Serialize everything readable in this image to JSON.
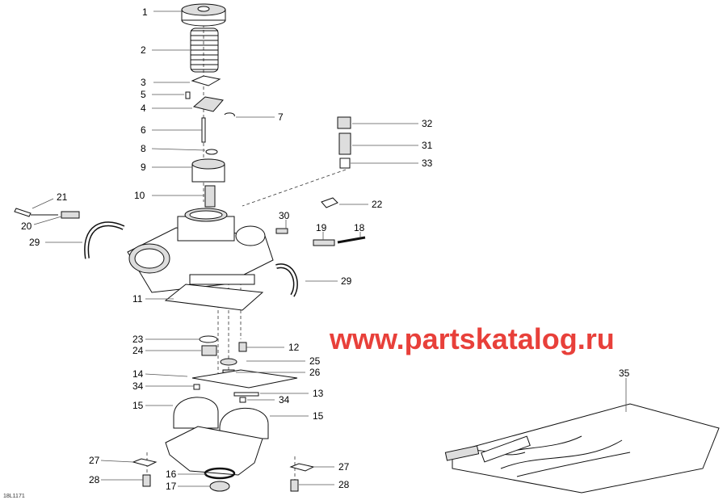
{
  "figure_code": "18L1171",
  "watermark": "www.partskatalog.ru",
  "colors": {
    "watermark": "#e8403a",
    "lines": "#111111"
  },
  "callouts": [
    "1",
    "2",
    "3",
    "5",
    "4",
    "7",
    "6",
    "8",
    "9",
    "10",
    "21",
    "20",
    "29",
    "32",
    "31",
    "33",
    "22",
    "30",
    "19",
    "18",
    "29",
    "11",
    "23",
    "12",
    "24",
    "25",
    "26",
    "14",
    "34",
    "13",
    "34",
    "15",
    "15",
    "35",
    "27",
    "27",
    "16",
    "28",
    "17",
    "28"
  ]
}
